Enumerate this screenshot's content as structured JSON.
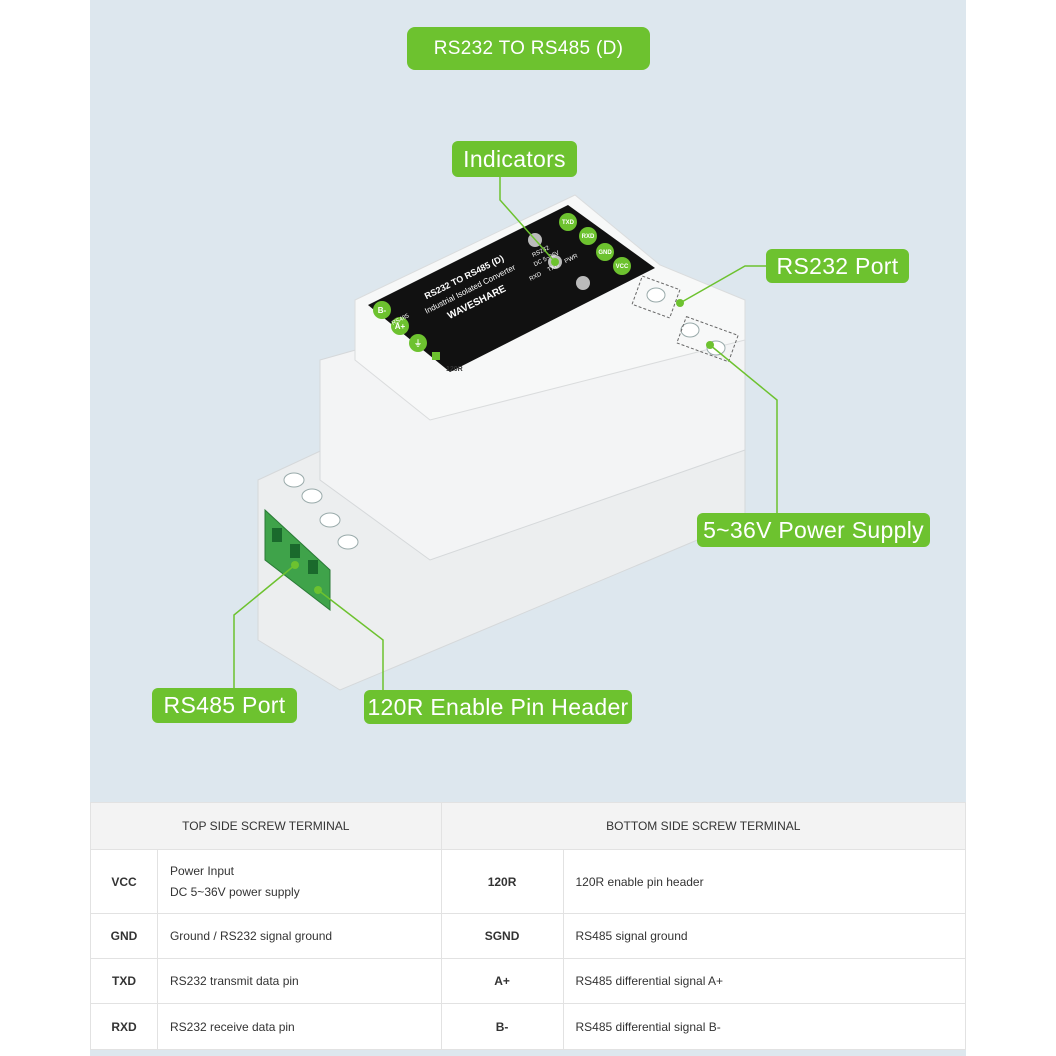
{
  "title": "RS232 TO RS485 (D)",
  "callouts": {
    "indicators": "Indicators",
    "rs232_port": "RS232 Port",
    "power_supply": "5~36V Power Supply",
    "rs485_port": "RS485 Port",
    "pin_header": "120R Enable Pin Header"
  },
  "device_label": {
    "brand": "WAVESHARE",
    "model": "RS232 TO RS485 (D)",
    "description": "Industrial Isolated Converter",
    "top_pins": [
      "TXD",
      "RXD",
      "GND",
      "VCC"
    ],
    "leds": [
      "RXD",
      "TXD",
      "PWR"
    ],
    "rs232": "RS232",
    "dc": "DC 5~36V",
    "rs485": "RS485",
    "bottom_pins": [
      "B-",
      "A+",
      "⏚"
    ],
    "jumper": "120R"
  },
  "colors": {
    "accent": "#6dc22f",
    "panel": "#dde7ee"
  },
  "table": {
    "headers": [
      "TOP SIDE SCREW TERMINAL",
      "BOTTOM SIDE SCREW TERMINAL"
    ],
    "rows": [
      {
        "pin1": "VCC",
        "desc1": [
          "Power Input",
          "DC 5~36V power supply"
        ],
        "pin2": "120R",
        "desc2": "120R enable pin header"
      },
      {
        "pin1": "GND",
        "desc1": [
          "Ground / RS232 signal ground"
        ],
        "pin2": "SGND",
        "desc2": "RS485 signal ground"
      },
      {
        "pin1": "TXD",
        "desc1": [
          "RS232 transmit data pin"
        ],
        "pin2": "A+",
        "desc2": "RS485 differential signal A+"
      },
      {
        "pin1": "RXD",
        "desc1": [
          "RS232 receive data pin"
        ],
        "pin2": "B-",
        "desc2": "RS485 differential signal B-"
      }
    ]
  }
}
